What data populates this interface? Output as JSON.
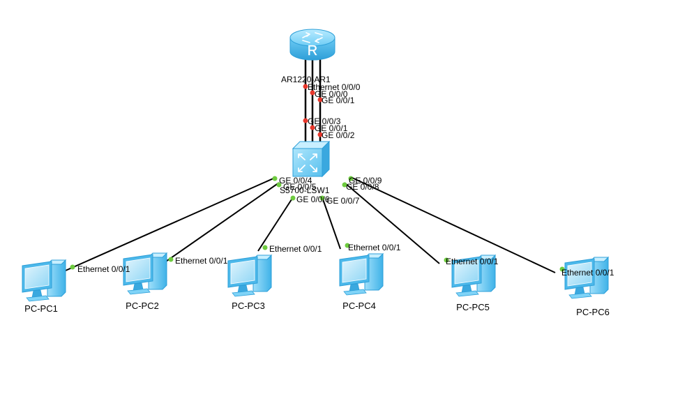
{
  "colors": {
    "link": "#000000",
    "port_down": "#e8382c",
    "port_up": "#6ecb3f",
    "device_fill": "#7fd3f7",
    "device_edge": "#2d9fd8"
  },
  "router": {
    "name": "AR1220-AR1",
    "icon": "router-icon"
  },
  "switch": {
    "name": "S5700-LSW1",
    "icon": "switch-icon"
  },
  "router_links": [
    {
      "router_port": "Ethernet 0/0/0",
      "switch_port": "GE 0/0/3",
      "status": "down"
    },
    {
      "router_port": "GE 0/0/0",
      "switch_port": "GE 0/0/1",
      "status": "down"
    },
    {
      "router_port": "GE 0/0/1",
      "switch_port": "GE 0/0/2",
      "status": "down"
    }
  ],
  "pcs": [
    {
      "name": "PC-PC1",
      "icon": "pc-icon",
      "pc_port": "Ethernet 0/0/1",
      "switch_port": "GE 0/0/4",
      "status": "up"
    },
    {
      "name": "PC-PC2",
      "icon": "pc-icon",
      "pc_port": "Ethernet 0/0/1",
      "switch_port": "GE 0/0/5",
      "status": "up"
    },
    {
      "name": "PC-PC3",
      "icon": "pc-icon",
      "pc_port": "Ethernet 0/0/1",
      "switch_port": "GE 0/0/6",
      "status": "up"
    },
    {
      "name": "PC-PC4",
      "icon": "pc-icon",
      "pc_port": "Ethernet 0/0/1",
      "switch_port": "GE 0/0/7",
      "status": "up"
    },
    {
      "name": "PC-PC5",
      "icon": "pc-icon",
      "pc_port": "Ethernet 0/0/1",
      "switch_port": "GE 0/0/8",
      "status": "up"
    },
    {
      "name": "PC-PC6",
      "icon": "pc-icon",
      "pc_port": "Ethernet 0/0/1",
      "switch_port": "GE 0/0/9",
      "status": "up"
    }
  ]
}
